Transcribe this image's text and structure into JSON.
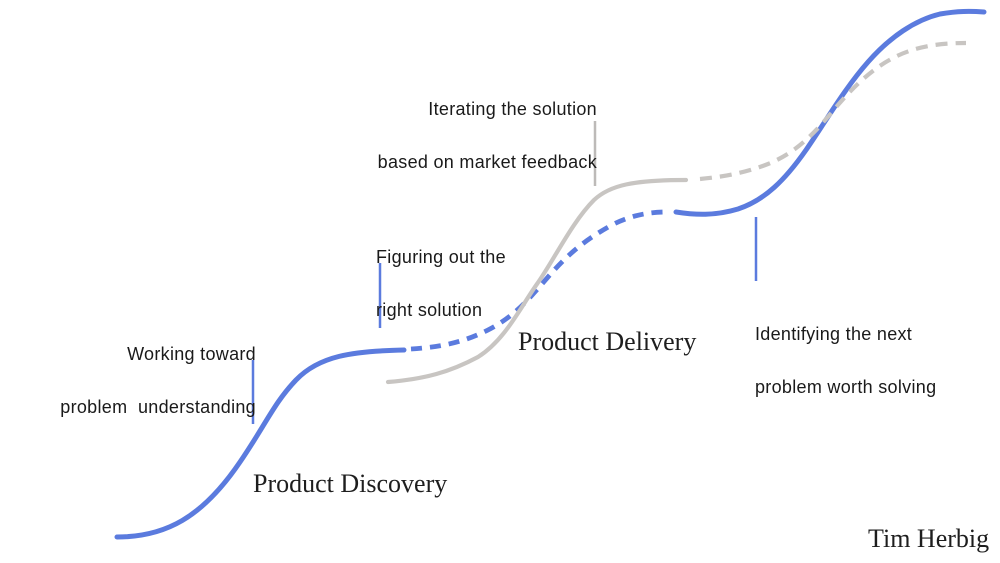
{
  "diagram": {
    "description": "Overlapping S-curves showing the interplay of Product Discovery and Product Delivery"
  },
  "colors": {
    "background": "#ffffff",
    "discovery_blue": "#5b7bde",
    "delivery_gray": "#c8c5c2",
    "pointer_gray": "#bdbab8",
    "annotation_text": "#1a1a1a",
    "serif_text": "#1e1e1e"
  },
  "annotations": {
    "working": {
      "line1": "Working toward",
      "line2": "problem  understanding"
    },
    "figuring": {
      "line1": "Figuring out the",
      "line2": "right solution"
    },
    "iterating": {
      "line1": "Iterating the solution",
      "line2": "based on market feedback"
    },
    "identifying": {
      "line1": "Identifying the next",
      "line2": "problem worth solving"
    }
  },
  "labels": {
    "discovery": "Product Discovery",
    "delivery": "Product Delivery"
  },
  "attribution": "Tim Herbig"
}
